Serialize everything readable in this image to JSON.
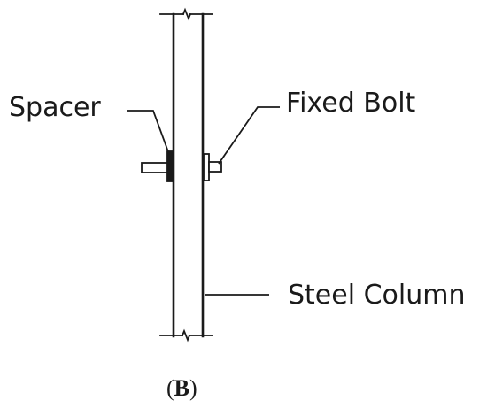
{
  "labels": {
    "spacer": "Spacer",
    "fixed_bolt": "Fixed Bolt",
    "steel_column": "Steel Column"
  },
  "caption": {
    "open": "(",
    "letter": "B",
    "close": ")"
  }
}
